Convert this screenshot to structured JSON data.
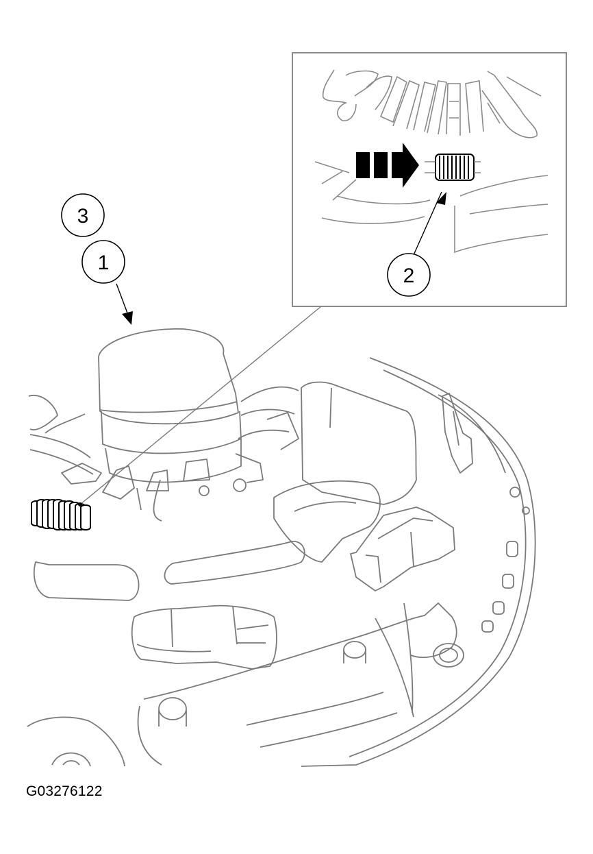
{
  "callouts": {
    "one": "1",
    "two": "2",
    "three": "3"
  },
  "figure_id": "G03276122",
  "colors": {
    "ink": "#000000",
    "line_gray": "#7a7a7a",
    "frame_gray": "#8a8a8a",
    "background": "#ffffff"
  },
  "icons": {
    "bushing": "cylinder-bushing-icon",
    "spring": "coil-spring-icon",
    "direction_arrow": "install-direction-arrow-icon"
  }
}
